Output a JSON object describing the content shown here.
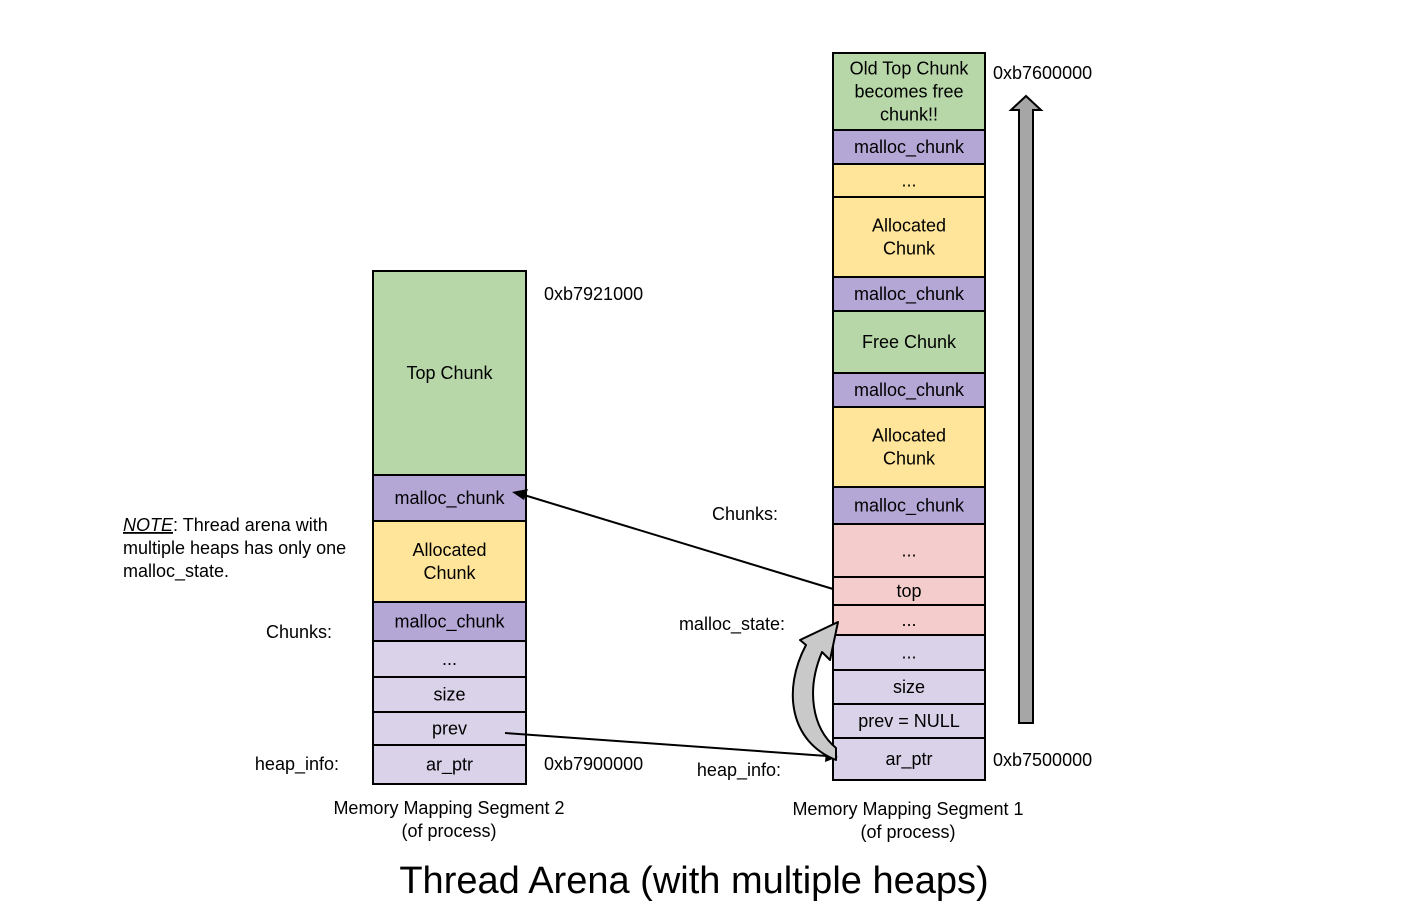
{
  "title": "Thread Arena (with multiple heaps)",
  "colors": {
    "green": "#b7d7a8",
    "purple": "#b4a7d6",
    "yellow": "#ffe599",
    "pink": "#f4cccc",
    "lavender": "#d9d2e9",
    "arrow_gray": "#a6a6a6"
  },
  "note": {
    "prefix": "NOTE",
    "line1": ": Thread arena with",
    "line2": "multiple heaps has only one",
    "line3": "malloc_state."
  },
  "segment2": {
    "caption_line1": "Memory Mapping Segment 2",
    "caption_line2": "(of process)",
    "addr_top": "0xb7921000",
    "addr_bottom": "0xb7900000",
    "label_chunks": "Chunks:",
    "label_heap_info": "heap_info:",
    "cells": [
      {
        "lines": [
          "Top Chunk"
        ],
        "color": "green"
      },
      {
        "lines": [
          "malloc_chunk"
        ],
        "color": "purple"
      },
      {
        "lines": [
          "Allocated",
          "Chunk"
        ],
        "color": "yellow"
      },
      {
        "lines": [
          "malloc_chunk"
        ],
        "color": "purple"
      },
      {
        "lines": [
          "..."
        ],
        "color": "lavender"
      },
      {
        "lines": [
          "size"
        ],
        "color": "lavender"
      },
      {
        "lines": [
          "prev"
        ],
        "color": "lavender"
      },
      {
        "lines": [
          "ar_ptr"
        ],
        "color": "lavender"
      }
    ]
  },
  "segment1": {
    "caption_line1": "Memory Mapping Segment 1",
    "caption_line2": "(of process)",
    "addr_top": "0xb7600000",
    "addr_bottom": "0xb7500000",
    "label_chunks": "Chunks:",
    "label_malloc_state": "malloc_state:",
    "label_heap_info": "heap_info:",
    "cells": [
      {
        "lines": [
          "Old Top Chunk",
          "becomes free",
          "chunk!!"
        ],
        "color": "green"
      },
      {
        "lines": [
          "malloc_chunk"
        ],
        "color": "purple"
      },
      {
        "lines": [
          "..."
        ],
        "color": "yellow"
      },
      {
        "lines": [
          "Allocated",
          "Chunk"
        ],
        "color": "yellow"
      },
      {
        "lines": [
          "malloc_chunk"
        ],
        "color": "purple"
      },
      {
        "lines": [
          "Free Chunk"
        ],
        "color": "green"
      },
      {
        "lines": [
          "malloc_chunk"
        ],
        "color": "purple"
      },
      {
        "lines": [
          "Allocated",
          "Chunk"
        ],
        "color": "yellow"
      },
      {
        "lines": [
          "malloc_chunk"
        ],
        "color": "purple"
      },
      {
        "lines": [
          "..."
        ],
        "color": "pink"
      },
      {
        "lines": [
          "top"
        ],
        "color": "pink"
      },
      {
        "lines": [
          "..."
        ],
        "color": "pink"
      },
      {
        "lines": [
          "..."
        ],
        "color": "lavender"
      },
      {
        "lines": [
          "size"
        ],
        "color": "lavender"
      },
      {
        "lines": [
          "prev = NULL"
        ],
        "color": "lavender"
      },
      {
        "lines": [
          "ar_ptr"
        ],
        "color": "lavender"
      }
    ]
  }
}
